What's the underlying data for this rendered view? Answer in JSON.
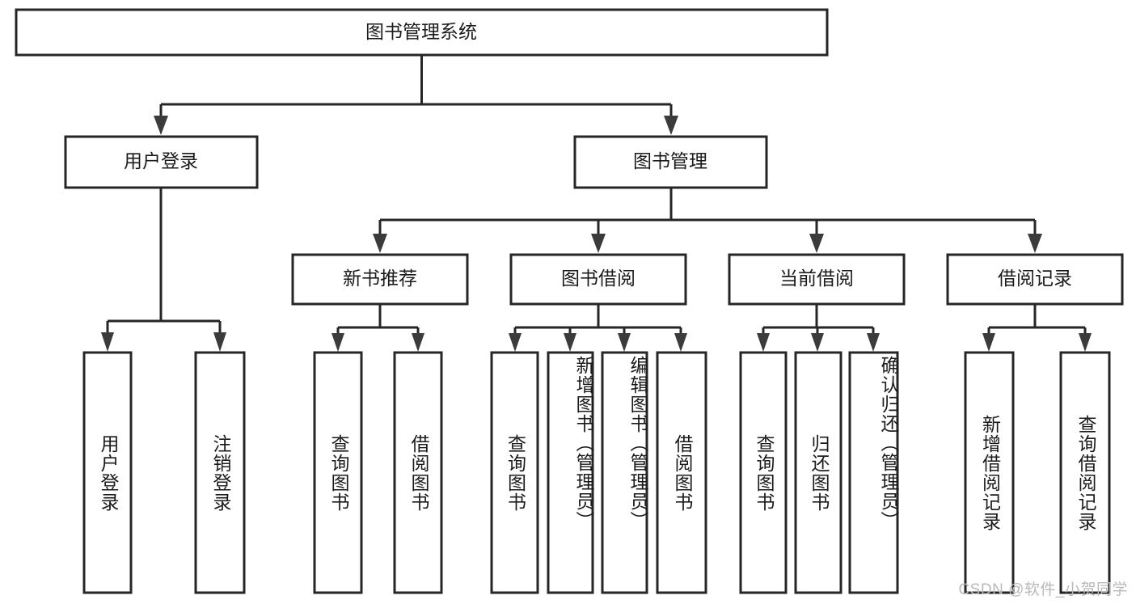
{
  "diagram": {
    "title": "图书管理系统",
    "watermark": "CSDN @软件_小贺同学",
    "colors": {
      "box_stroke": "#262626",
      "box_fill": "#ffffff",
      "text": "#1b1b1b",
      "arrow": "#3b3b3b",
      "watermark": "#b9b9b9",
      "background": "#ffffff"
    },
    "root": {
      "label": "图书管理系统"
    },
    "level2": [
      {
        "id": "user-login",
        "label": "用户登录"
      },
      {
        "id": "book-management",
        "label": "图书管理"
      }
    ],
    "level3": [
      {
        "id": "new-book-recommend",
        "label": "新书推荐"
      },
      {
        "id": "book-borrow",
        "label": "图书借阅"
      },
      {
        "id": "current-borrow",
        "label": "当前借阅"
      },
      {
        "id": "borrow-record",
        "label": "借阅记录"
      }
    ],
    "leaves": {
      "user_login": [
        {
          "id": "leaf-user-login",
          "label": "用户登录"
        },
        {
          "id": "leaf-logout-login",
          "label": "注销登录"
        }
      ],
      "new_book_recommend": [
        {
          "id": "leaf-query-book-1",
          "label": "查询图书"
        },
        {
          "id": "leaf-borrow-book-1",
          "label": "借阅图书"
        }
      ],
      "book_borrow": [
        {
          "id": "leaf-query-book-2",
          "label": "查询图书"
        },
        {
          "id": "leaf-add-book",
          "label": "新增图书（管理员）"
        },
        {
          "id": "leaf-edit-book",
          "label": "编辑图书（管理员）"
        },
        {
          "id": "leaf-borrow-book-2",
          "label": "借阅图书"
        }
      ],
      "current_borrow": [
        {
          "id": "leaf-query-book-3",
          "label": "查询图书"
        },
        {
          "id": "leaf-return-book",
          "label": "归还图书"
        },
        {
          "id": "leaf-confirm-return",
          "label": "确认归还（管理员）"
        }
      ],
      "borrow_record": [
        {
          "id": "leaf-add-record",
          "label": "新增借阅记录"
        },
        {
          "id": "leaf-query-record",
          "label": "查询借阅记录"
        }
      ]
    }
  }
}
